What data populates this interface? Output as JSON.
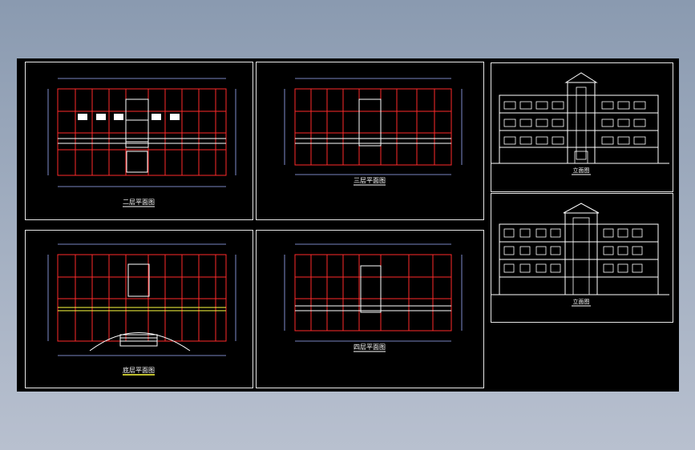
{
  "drawing": {
    "sheets": [
      {
        "id": "plan-2",
        "title": "二层平面图"
      },
      {
        "id": "plan-3",
        "title": "三层平面图"
      },
      {
        "id": "plan-1",
        "title": "底层平面图"
      },
      {
        "id": "plan-4",
        "title": "四层平面图"
      },
      {
        "id": "elevation-front",
        "title": "立面图"
      },
      {
        "id": "elevation-back",
        "title": "立面图"
      }
    ]
  },
  "colors": {
    "background": "#000000",
    "frame": "#e6e6e6",
    "wall": "#ff2a2a",
    "line": "#ffffff",
    "accent": "#ffff40",
    "dimension": "#9fb0ff"
  }
}
